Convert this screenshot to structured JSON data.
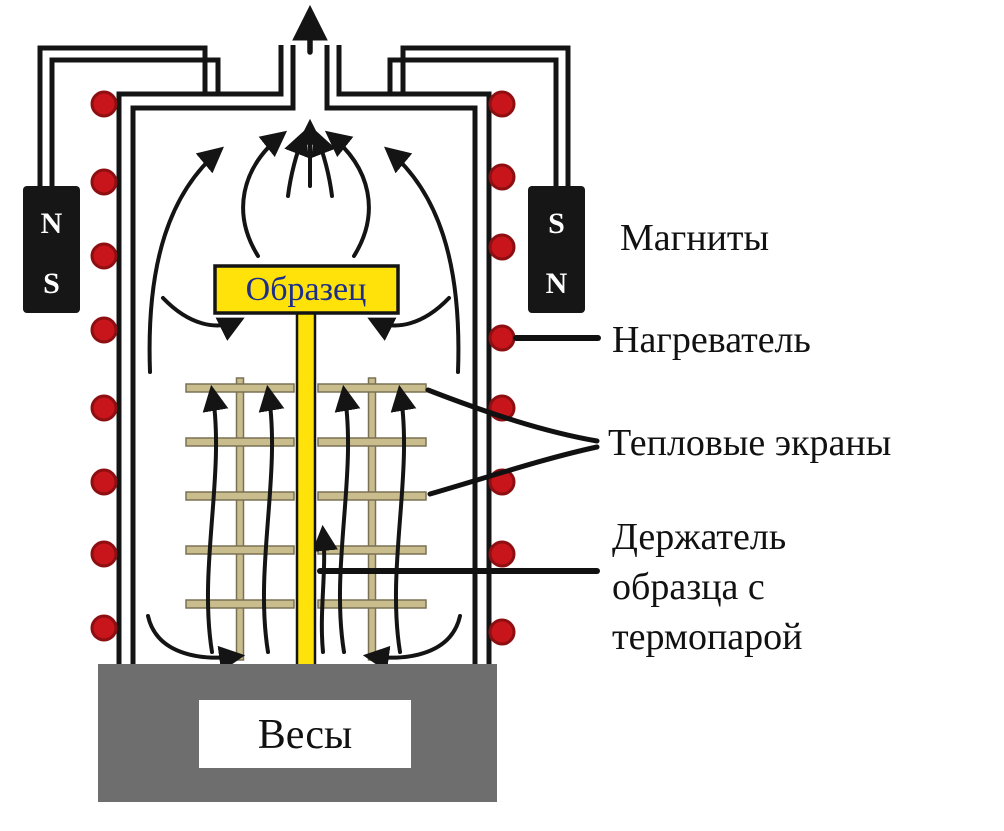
{
  "diagram": {
    "sample_label": "Образец",
    "scales_label": "Весы",
    "magnet_left": {
      "top": "N",
      "bottom": "S"
    },
    "magnet_right": {
      "top": "S",
      "bottom": "N"
    },
    "callouts": {
      "magnets": "Магниты",
      "heater": "Нагреватель",
      "thermal_screens": "Тепловые экраны",
      "holder": {
        "line1": "Держатель",
        "line2": "образца с",
        "line3": "термопарой"
      }
    },
    "colors": {
      "heater_dot": "#c8151b",
      "sample_yellow": "#ffe20a",
      "sample_text": "#1b2f8a",
      "screen_tan": "#c9bd8e",
      "base_gray": "#6e6e6e",
      "magnet_black": "#161616"
    }
  }
}
